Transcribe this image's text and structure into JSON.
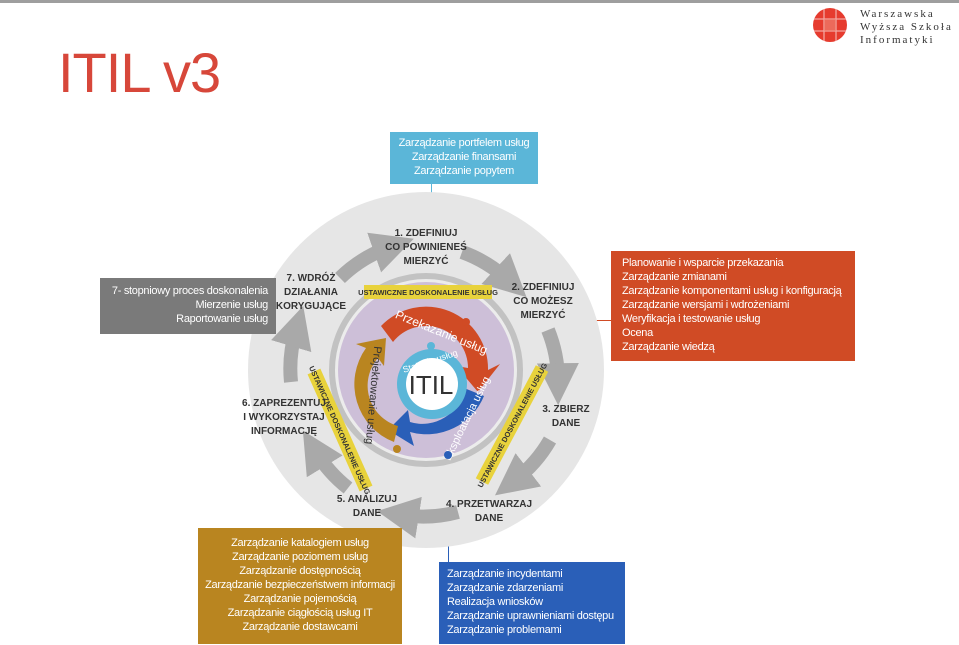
{
  "title": "ITIL v3",
  "logo": {
    "line1": "Warszawska",
    "line2": "Wyższa Szkoła",
    "line3": "Informatyki"
  },
  "colors": {
    "strategy": "#5bb6d8",
    "transition": "#d04b25",
    "design": "#b98520",
    "operation": "#2a5fb8",
    "csi": "#7a7a7a",
    "csi_label": "#e8d23c"
  },
  "boxes": {
    "strategy": [
      "Zarządzanie portfelem usług",
      "Zarządzanie finansami",
      "Zarządzanie popytem"
    ],
    "csi": [
      "7- stopniowy proces doskonalenia",
      "Mierzenie usług",
      "Raportowanie usług"
    ],
    "transition": [
      "Planowanie i wsparcie przekazania",
      "Zarządzanie zmianami",
      "Zarządzanie komponentami usług i konfiguracją",
      "Zarządzanie wersjami i wdrożeniami",
      "Weryfikacja i testowanie usług",
      "Ocena",
      "Zarządzanie wiedzą"
    ],
    "design": [
      "Zarządzanie katalogiem usług",
      "Zarządzanie poziomem usług",
      "Zarządzanie dostępnością",
      "Zarządzanie bezpieczeństwem informacji",
      "Zarządzanie pojemością",
      "Zarządzanie ciągłością usług IT",
      "Zarządzanie dostawcami"
    ],
    "operation": [
      "Zarządzanie incydentami",
      "Zarządzanie zdarzeniami",
      "Realizacja wniosków",
      "Zarządzanie uprawnieniami dostępu",
      "Zarządzanie problemami"
    ]
  },
  "steps": {
    "s1": [
      "1. ZDEFINIUJ",
      "CO POWINIENEŚ",
      "MIERZYĆ"
    ],
    "s2": [
      "2. ZDEFINIUJ",
      "CO MOŻESZ",
      "MIERZYĆ"
    ],
    "s3": [
      "3. ZBIERZ",
      "DANE"
    ],
    "s4": [
      "4. PRZETWARZAJ",
      "DANE"
    ],
    "s5": [
      "5. ANALIZUJ",
      "DANE"
    ],
    "s6": [
      "6. ZAPREZENTUJ",
      "I WYKORZYSTAJ",
      "INFORMACJĘ"
    ],
    "s7": [
      "7. WDRÓŻ",
      "DZIAŁANIA",
      "KORYGUJĄCE"
    ]
  },
  "csi_label": "USTAWICZNE DOSKONALENIE USŁUG",
  "center": "ITIL",
  "arrows": {
    "strategy": "Stategia usług",
    "transition": "Przekazanie usług",
    "operation": "Eksploatacja usług",
    "design": "Projektowanie usług"
  }
}
